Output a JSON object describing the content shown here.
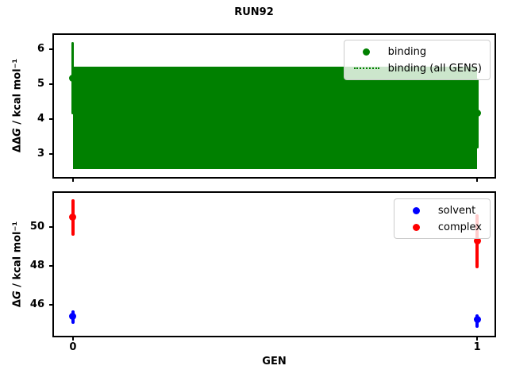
{
  "title": "RUN92",
  "xlabel": "GEN",
  "colors": {
    "green": "#008000",
    "blue": "#0000ff",
    "red": "#ff0000",
    "spine": "#000000",
    "legend_border": "#cccccc"
  },
  "chart_data": [
    {
      "type": "scatter",
      "panel": "ddg",
      "ylabel_prefix": "ΔΔ",
      "ylabel_italic": "G",
      "ylabel_suffix": " / kcal mol⁻¹",
      "ylim": [
        2.34,
        6.41
      ],
      "yticks": [
        3,
        4,
        5,
        6
      ],
      "xlim": [
        -0.047,
        1.043
      ],
      "xticks": [
        0,
        1
      ],
      "grid": false,
      "legend_position": "upper right",
      "series": [
        {
          "name": "binding",
          "color": "#008000",
          "x": [
            0,
            1
          ],
          "y": [
            5.16,
            4.16
          ],
          "yerr_lo": [
            4.14,
            3.16
          ],
          "yerr_hi": [
            6.2,
            5.16
          ]
        }
      ],
      "band": {
        "name": "binding (all GENS)",
        "color": "#008000",
        "x_range": [
          0,
          1
        ],
        "lo": 2.57,
        "hi": 5.5,
        "center": 4.03,
        "line_style": "dotted"
      },
      "legend": [
        {
          "label": "binding",
          "swatch": "dot",
          "color": "#008000"
        },
        {
          "label": "binding (all GENS)",
          "swatch": "dotted-line",
          "color": "#008000"
        }
      ]
    },
    {
      "type": "scatter",
      "panel": "dg",
      "ylabel_prefix": "Δ",
      "ylabel_italic": "G",
      "ylabel_suffix": " / kcal mol⁻¹",
      "ylim": [
        44.43,
        51.75
      ],
      "yticks": [
        46,
        48,
        50
      ],
      "xlim": [
        -0.047,
        1.043
      ],
      "xticks": [
        0,
        1
      ],
      "xlabel": "GEN",
      "grid": false,
      "legend_position": "upper right",
      "series": [
        {
          "name": "solvent",
          "color": "#0000ff",
          "x": [
            0,
            1
          ],
          "y": [
            45.41,
            45.25
          ],
          "yerr_lo": [
            45.04,
            44.84
          ],
          "yerr_hi": [
            45.74,
            45.53
          ]
        },
        {
          "name": "complex",
          "color": "#ff0000",
          "x": [
            0,
            1
          ],
          "y": [
            50.49,
            49.31
          ],
          "yerr_lo": [
            49.55,
            47.9
          ],
          "yerr_hi": [
            51.42,
            50.65
          ]
        }
      ],
      "legend": [
        {
          "label": "solvent",
          "swatch": "dot",
          "color": "#0000ff"
        },
        {
          "label": "complex",
          "swatch": "dot",
          "color": "#ff0000"
        }
      ]
    }
  ]
}
